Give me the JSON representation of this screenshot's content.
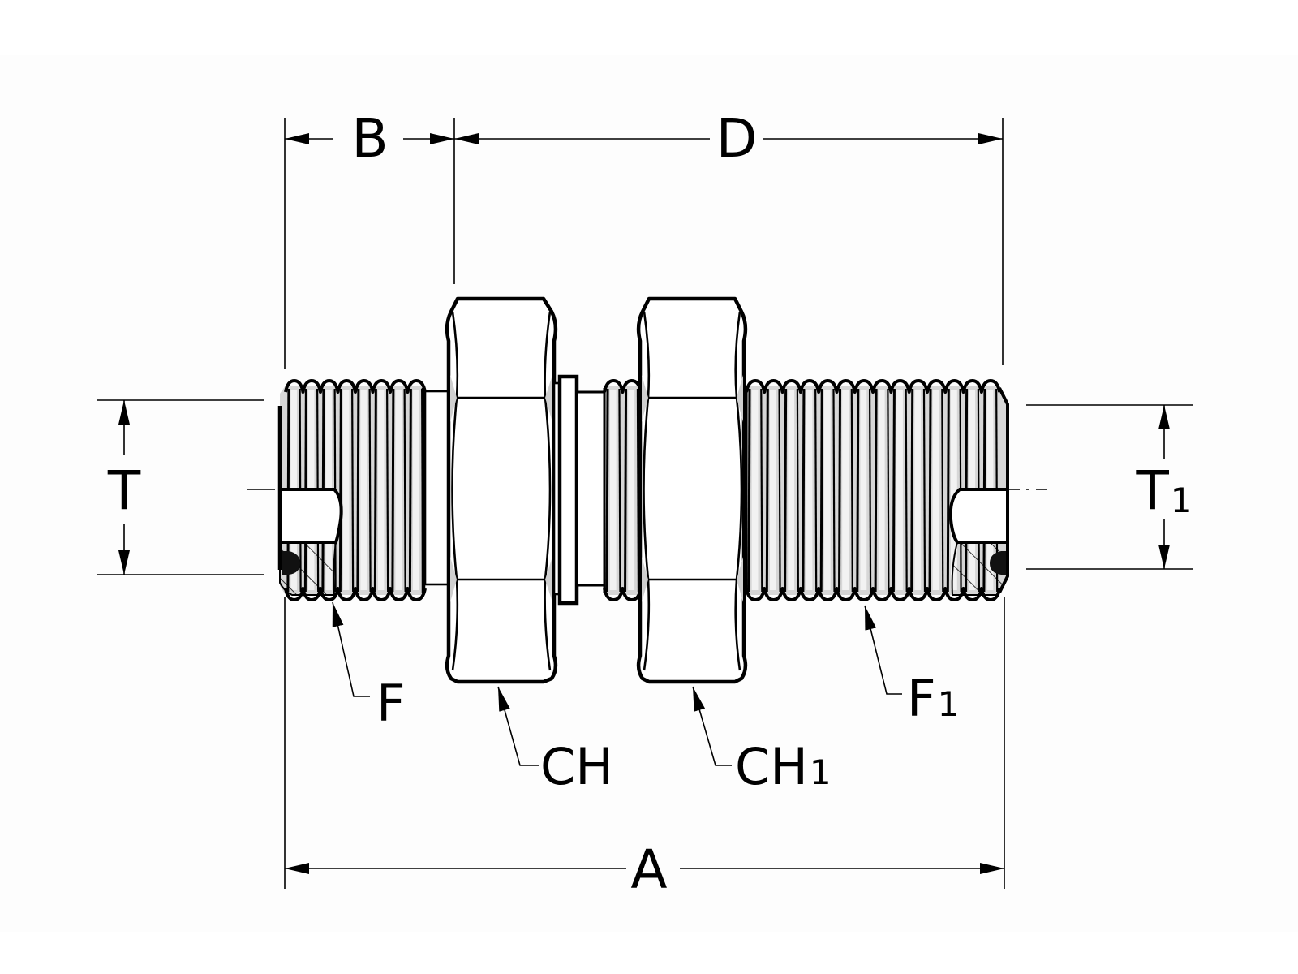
{
  "diagram": {
    "title": "Bulkhead union fitting with locknuts — dimensional drawing",
    "dimensions": {
      "A": {
        "label": "A",
        "meaning": "overall length"
      },
      "B": {
        "label": "B",
        "meaning": "thread length, left end"
      },
      "D": {
        "label": "D",
        "meaning": "length from nut face to right end"
      },
      "T": {
        "label": "T",
        "subscript": "",
        "meaning": "thread diameter, left"
      },
      "T1": {
        "label": "T",
        "subscript": "1",
        "meaning": "thread diameter, right"
      }
    },
    "callouts": {
      "F": {
        "label": "F",
        "subscript": "",
        "meaning": "thread, left"
      },
      "F1": {
        "label": "F",
        "subscript": "1",
        "meaning": "thread, right"
      },
      "CH": {
        "label": "CH",
        "subscript": "",
        "meaning": "hex nut wrench size, left"
      },
      "CH1": {
        "label": "CH",
        "subscript": "1",
        "meaning": "hex nut wrench size, right"
      }
    },
    "colors": {
      "line": "#000000",
      "thread_shading": "#d6d6d6",
      "background": "#ffffff"
    }
  }
}
